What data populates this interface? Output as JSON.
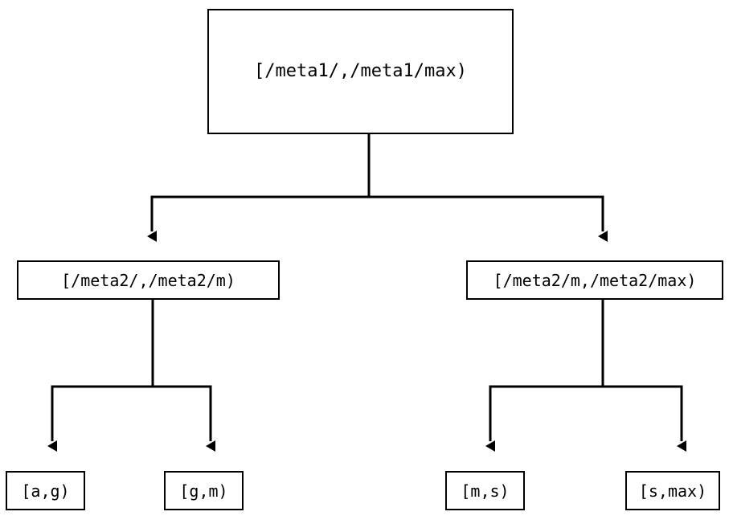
{
  "diagram": {
    "type": "tree",
    "orientation": "top-down",
    "background_color": "#ffffff",
    "line_color": "#000000",
    "text_color": "#000000",
    "nodes": {
      "root": {
        "label": "[/meta1/,/meta1/max)"
      },
      "mid_left": {
        "label": "[/meta2/,/meta2/m)"
      },
      "mid_right": {
        "label": "[/meta2/m,/meta2/max)"
      },
      "leaf_ag": {
        "label": "[a,g)"
      },
      "leaf_gm": {
        "label": "[g,m)"
      },
      "leaf_ms": {
        "label": "[m,s)"
      },
      "leaf_smax": {
        "label": "[s,max)"
      }
    },
    "edges": [
      {
        "from": "root",
        "to": "mid_left",
        "arrow": "filled-triangle"
      },
      {
        "from": "root",
        "to": "mid_right",
        "arrow": "filled-triangle"
      },
      {
        "from": "mid_left",
        "to": "leaf_ag",
        "arrow": "filled-triangle"
      },
      {
        "from": "mid_left",
        "to": "leaf_gm",
        "arrow": "filled-triangle"
      },
      {
        "from": "mid_right",
        "to": "leaf_ms",
        "arrow": "filled-triangle"
      },
      {
        "from": "mid_right",
        "to": "leaf_smax",
        "arrow": "filled-triangle"
      }
    ]
  }
}
